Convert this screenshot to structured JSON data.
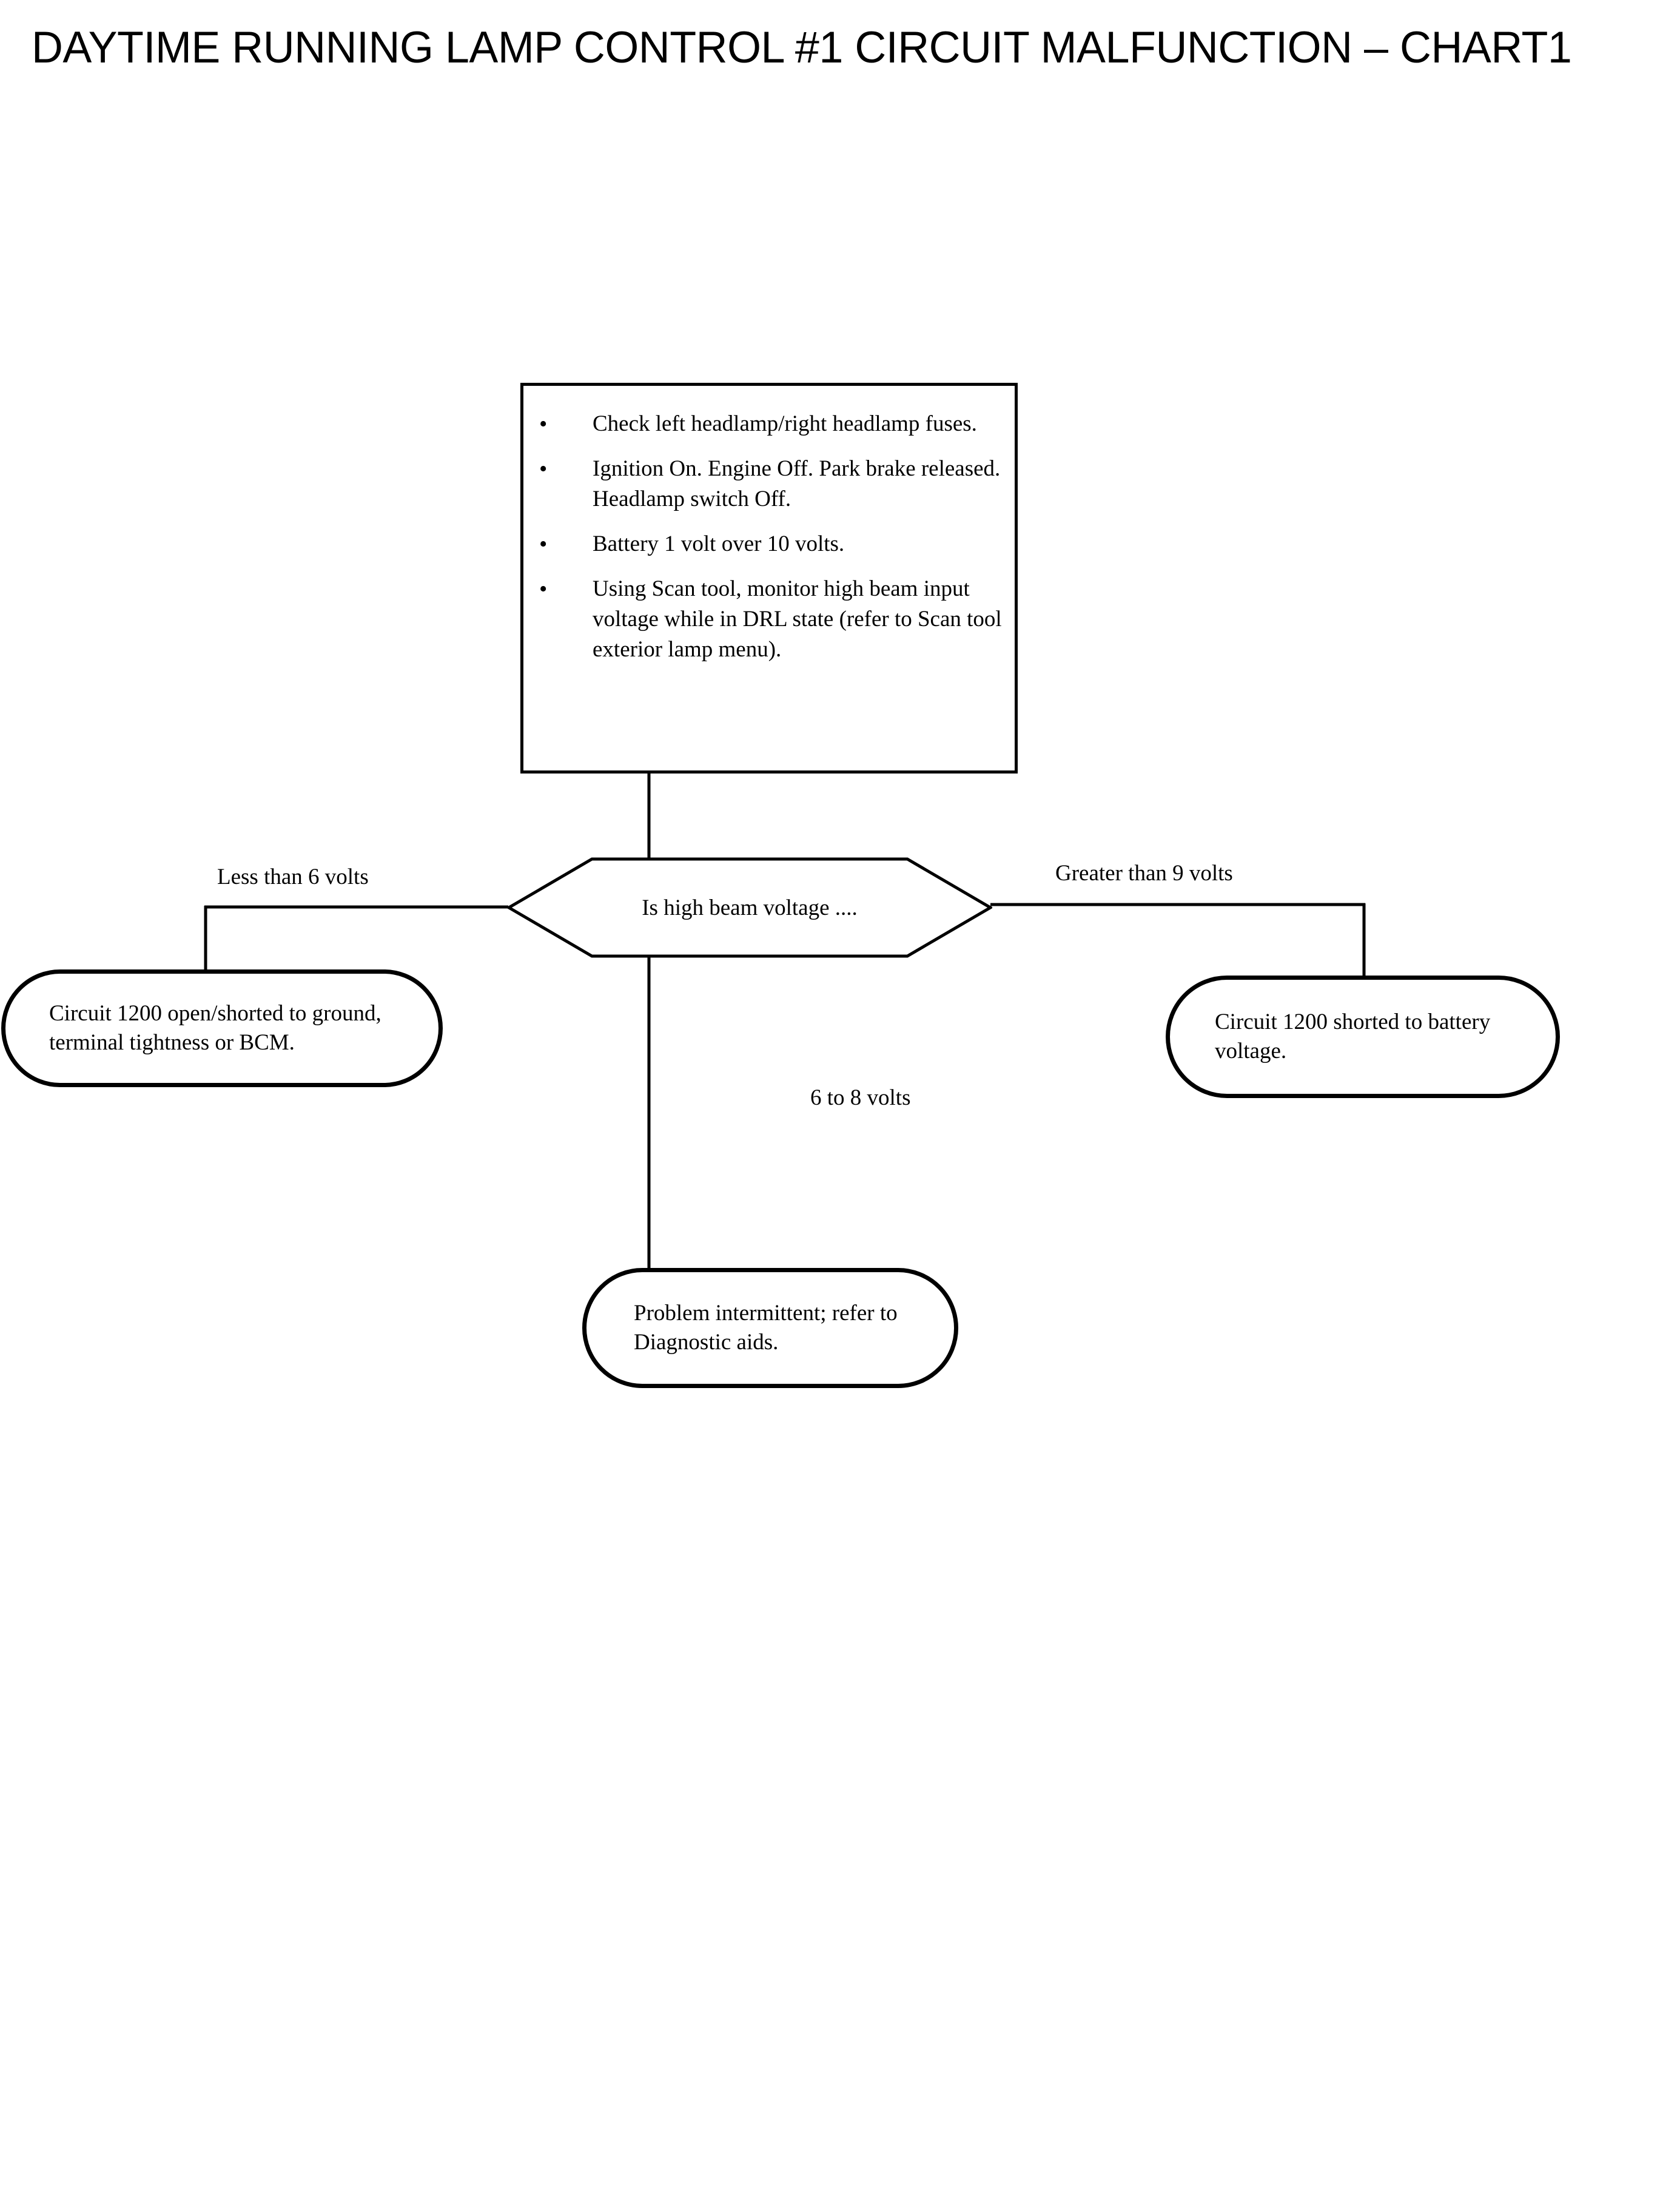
{
  "title": "DAYTIME RUNNING LAMP CONTROL #1 CIRCUIT MALFUNCTION – CHART1",
  "diagram_data": {
    "type": "flowchart",
    "orientation": "top-down",
    "nodes": [
      {
        "id": "instructions",
        "shape": "rectangle",
        "role": "process",
        "bullets": [
          "Check left headlamp/right headlamp fuses.",
          "Ignition On. Engine Off. Park brake released. Headlamp switch Off.",
          "Battery 1 volt over 10 volts.",
          "Using Scan tool, monitor high beam input voltage while in DRL state (refer to Scan tool exterior lamp menu)."
        ]
      },
      {
        "id": "decision",
        "shape": "hexagon",
        "role": "decision",
        "text": "Is high beam voltage ...."
      },
      {
        "id": "outcome_low",
        "shape": "stadium",
        "role": "terminator",
        "text": "Circuit 1200 open/shorted to ground, terminal tightness or BCM."
      },
      {
        "id": "outcome_mid",
        "shape": "stadium",
        "role": "terminator",
        "text": "Problem intermittent; refer to Diagnostic aids."
      },
      {
        "id": "outcome_high",
        "shape": "stadium",
        "role": "terminator",
        "text": "Circuit 1200 shorted to battery voltage."
      }
    ],
    "edges": [
      {
        "from": "instructions",
        "to": "decision",
        "label": ""
      },
      {
        "from": "decision",
        "to": "outcome_low",
        "label": "Less than 6 volts",
        "direction": "left"
      },
      {
        "from": "decision",
        "to": "outcome_mid",
        "label": "6 to 8 volts",
        "direction": "down"
      },
      {
        "from": "decision",
        "to": "outcome_high",
        "label": "Greater than 9 volts",
        "direction": "right"
      }
    ]
  },
  "instructions": {
    "bullet_marker": "•",
    "items": [
      "Check left headlamp/right headlamp fuses.",
      "Ignition On. Engine Off. Park brake released. Headlamp switch Off.",
      "Battery 1 volt over 10 volts.",
      "Using Scan tool, monitor high beam input voltage while in DRL state (refer to Scan tool exterior lamp menu)."
    ]
  },
  "decision": {
    "text": "Is high beam voltage ...."
  },
  "branch_labels": {
    "low": "Less than 6 volts",
    "mid": "6 to 8 volts",
    "high": "Greater than 9 volts"
  },
  "outcomes": {
    "low": "Circuit 1200 open/shorted to ground, terminal tightness or BCM.",
    "mid": "Problem intermittent; refer to Diagnostic aids.",
    "high": "Circuit 1200 shorted to battery voltage."
  },
  "colors": {
    "ink": "#000000",
    "paper": "#ffffff"
  }
}
